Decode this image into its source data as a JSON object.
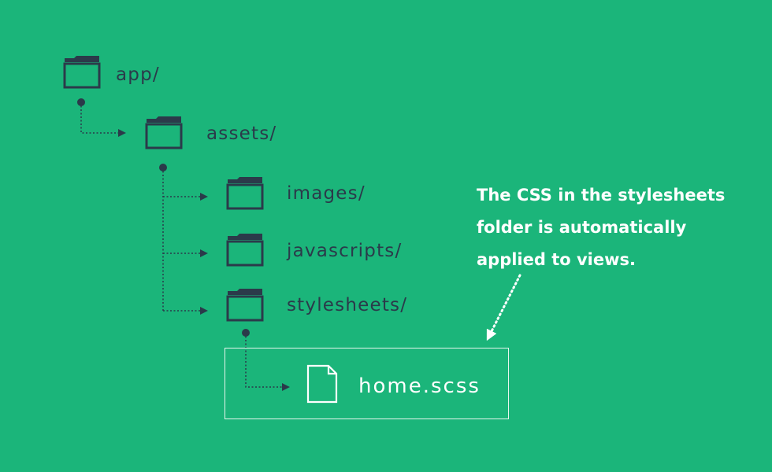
{
  "tree": {
    "root": {
      "label": "app/",
      "icon": "folder-icon"
    },
    "assets": {
      "label": "assets/",
      "icon": "folder-icon"
    },
    "images": {
      "label": "images/",
      "icon": "folder-icon"
    },
    "javascripts": {
      "label": "javascripts/",
      "icon": "folder-icon"
    },
    "stylesheets": {
      "label": "stylesheets/",
      "icon": "folder-icon"
    },
    "file": {
      "label": "home.scss",
      "icon": "file-icon"
    }
  },
  "note": {
    "lines": [
      "The CSS in the stylesheets",
      "folder is automatically",
      "applied to views."
    ]
  },
  "colors": {
    "background": "#1bb57a",
    "ink": "#2b3a4a",
    "highlight": "#ffffff"
  }
}
